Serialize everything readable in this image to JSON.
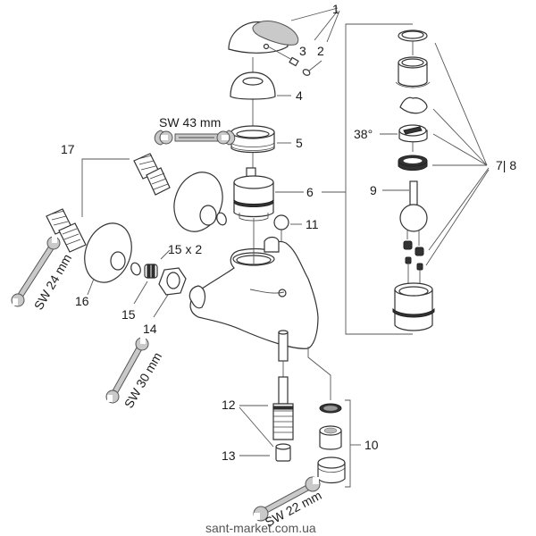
{
  "diagram": {
    "type": "exploded-parts-diagram",
    "subject": "single-lever bath mixer",
    "callouts": {
      "c1": "1",
      "c2": "2",
      "c3": "3",
      "c4": "4",
      "c5": "5",
      "c6": "6",
      "c7_8": "7| 8",
      "c9": "9",
      "c10": "10",
      "c11": "11",
      "c12": "12",
      "c13": "13",
      "c14": "14",
      "c15": "15",
      "c15x2": "15 x 2",
      "c16": "16",
      "c17": "17",
      "angle": "38°"
    },
    "wrenches": {
      "sw43": "SW 43 mm",
      "sw24": "SW 24 mm",
      "sw30": "SW 30 mm",
      "sw22": "SW 22 mm"
    },
    "watermark": "sant-market.com.ua",
    "colors": {
      "line": "#555555",
      "outline": "#333333",
      "fill_grey": "#c9c9c9",
      "dark_seal": "#333333"
    }
  }
}
